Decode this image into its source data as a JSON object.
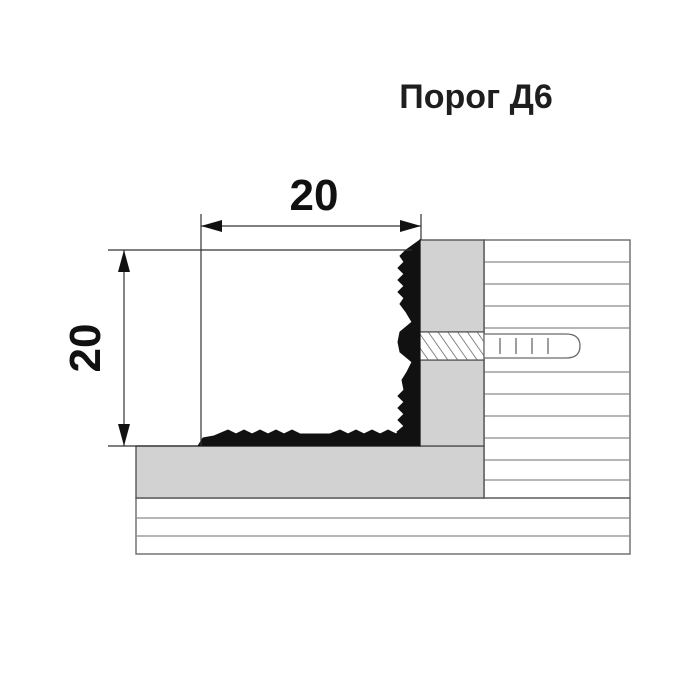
{
  "title": "Порог Д6",
  "dimensions": {
    "width_label": "20",
    "height_label": "20"
  },
  "colors": {
    "background": "#ffffff",
    "profile": "#111111",
    "fill_gray": "#d2d2d2",
    "line": "#6a6a6a",
    "text": "#1e1e1e"
  }
}
